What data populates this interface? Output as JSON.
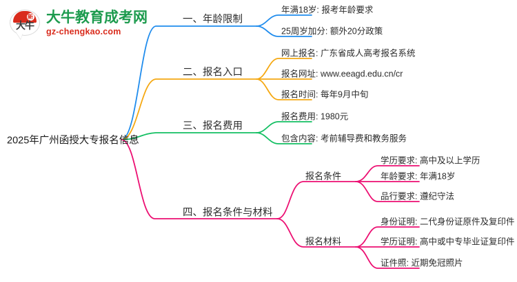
{
  "logo": {
    "mark_badge_text": "新",
    "mark_text": "大牛",
    "title": "大牛教育成考网",
    "subtitle": "gz-chengkao.com",
    "title_color": "#1d9b4e",
    "subtitle_color": "#d92b1c",
    "badge_color": "#d92b1c"
  },
  "mindmap": {
    "root": "2025年广州函授大专报名信息",
    "branches": [
      {
        "label": "一、年龄限制",
        "color": "#1f8ced",
        "children": [
          {
            "label": "年满18岁: 报考年龄要求"
          },
          {
            "label": "25周岁加分: 额外20分政策"
          }
        ]
      },
      {
        "label": "二、报名入口",
        "color": "#f5a812",
        "children": [
          {
            "label": "网上报名: 广东省成人高考报名系统"
          },
          {
            "label": "报名网址: www.eeagd.edu.cn/cr"
          },
          {
            "label": "报名时间: 每年9月中旬"
          }
        ]
      },
      {
        "label": "三、报名费用",
        "color": "#12bf62",
        "children": [
          {
            "label": "报名费用: 1980元"
          },
          {
            "label": "包含内容: 考前辅导费和教务服务"
          }
        ]
      },
      {
        "label": "四、报名条件与材料",
        "color": "#ec1islot",
        "children": []
      }
    ],
    "branch4": {
      "label": "四、报名条件与材料",
      "color": "#ec0f72",
      "groups": [
        {
          "label": "报名条件",
          "children": [
            {
              "label": "学历要求: 高中及以上学历"
            },
            {
              "label": "年龄要求: 年满18岁"
            },
            {
              "label": "品行要求: 遵纪守法"
            }
          ]
        },
        {
          "label": "报名材料",
          "children": [
            {
              "label": "身份证明: 二代身份证原件及复印件"
            },
            {
              "label": "学历证明: 高中或中专毕业证复印件"
            },
            {
              "label": "证件照: 近期免冠照片"
            }
          ]
        }
      ]
    }
  }
}
